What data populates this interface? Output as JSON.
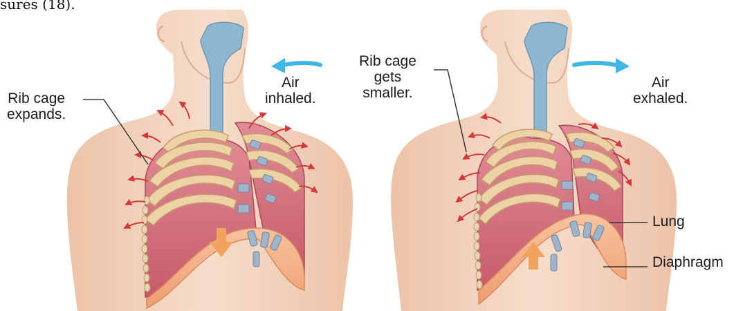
{
  "caption_fragment": "sures (18).",
  "left_panel": {
    "rib_label": [
      "Rib cage",
      "expands."
    ],
    "air_label": [
      "Air",
      "inhaled."
    ]
  },
  "right_panel": {
    "rib_label": [
      "Rib cage",
      "gets",
      "smaller."
    ],
    "air_label": [
      "Air",
      "exhaled."
    ],
    "lung_label": "Lung",
    "diaphragm_label": "Diaphragm"
  },
  "colors": {
    "skin": "#f2d3bf",
    "skin_shadow": "#e3b79c",
    "lung": "#d8737f",
    "lung_dark": "#b94d5e",
    "rib": "#ecd2a4",
    "rib_edge": "#c69a6a",
    "trachea": "#8fb6cf",
    "diaphragm": "#f5b78c",
    "arrow_air": "#3fb6e6",
    "arrow_motion": "#e36b3a",
    "small_arrow": "#d23a3a"
  }
}
